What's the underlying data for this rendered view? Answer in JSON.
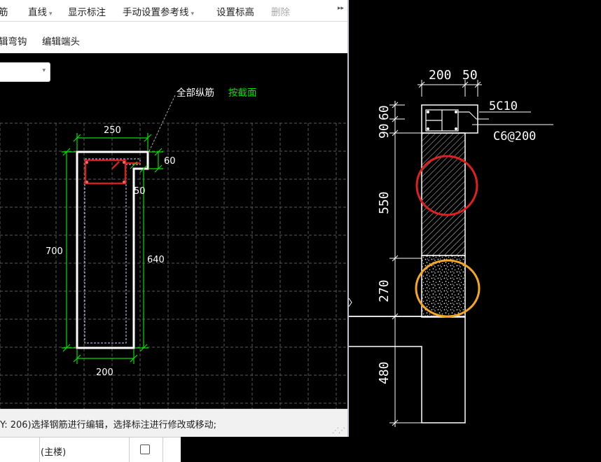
{
  "toolbar": {
    "items": [
      {
        "label": "筋"
      },
      {
        "label": "直线"
      },
      {
        "label": "显示标注"
      },
      {
        "label": "手动设置参考线"
      },
      {
        "label": "设置标高"
      },
      {
        "label": "删除"
      }
    ],
    "more": "▸▸"
  },
  "toolbar2": {
    "items": [
      {
        "label": "辑弯钩"
      },
      {
        "label": "编辑端头"
      }
    ]
  },
  "editor_canvas": {
    "annotation": {
      "prefix": "全部纵筋 ",
      "link": "按截面"
    },
    "dims": {
      "top": "250",
      "right_small": "60",
      "inner_small": "50",
      "left": "700",
      "right": "640",
      "bottom": "200"
    }
  },
  "status": {
    "text": "Y: 206)选择钢筋进行编辑，选择标注进行修改或移动;"
  },
  "lower_table": {
    "cell": "(主楼)"
  },
  "cad": {
    "dims": {
      "w1": "200",
      "w2": "50",
      "h1": "60",
      "h2": "90",
      "h3": "550",
      "h4": "270",
      "h5": "480"
    },
    "labels": {
      "rebar": "5C10",
      "stirrup": "C6@200"
    }
  },
  "colors": {
    "green": "#00e000",
    "red_circle": "#e02020",
    "orange_circle": "#f5a623",
    "rebar_red": "#d02020"
  }
}
